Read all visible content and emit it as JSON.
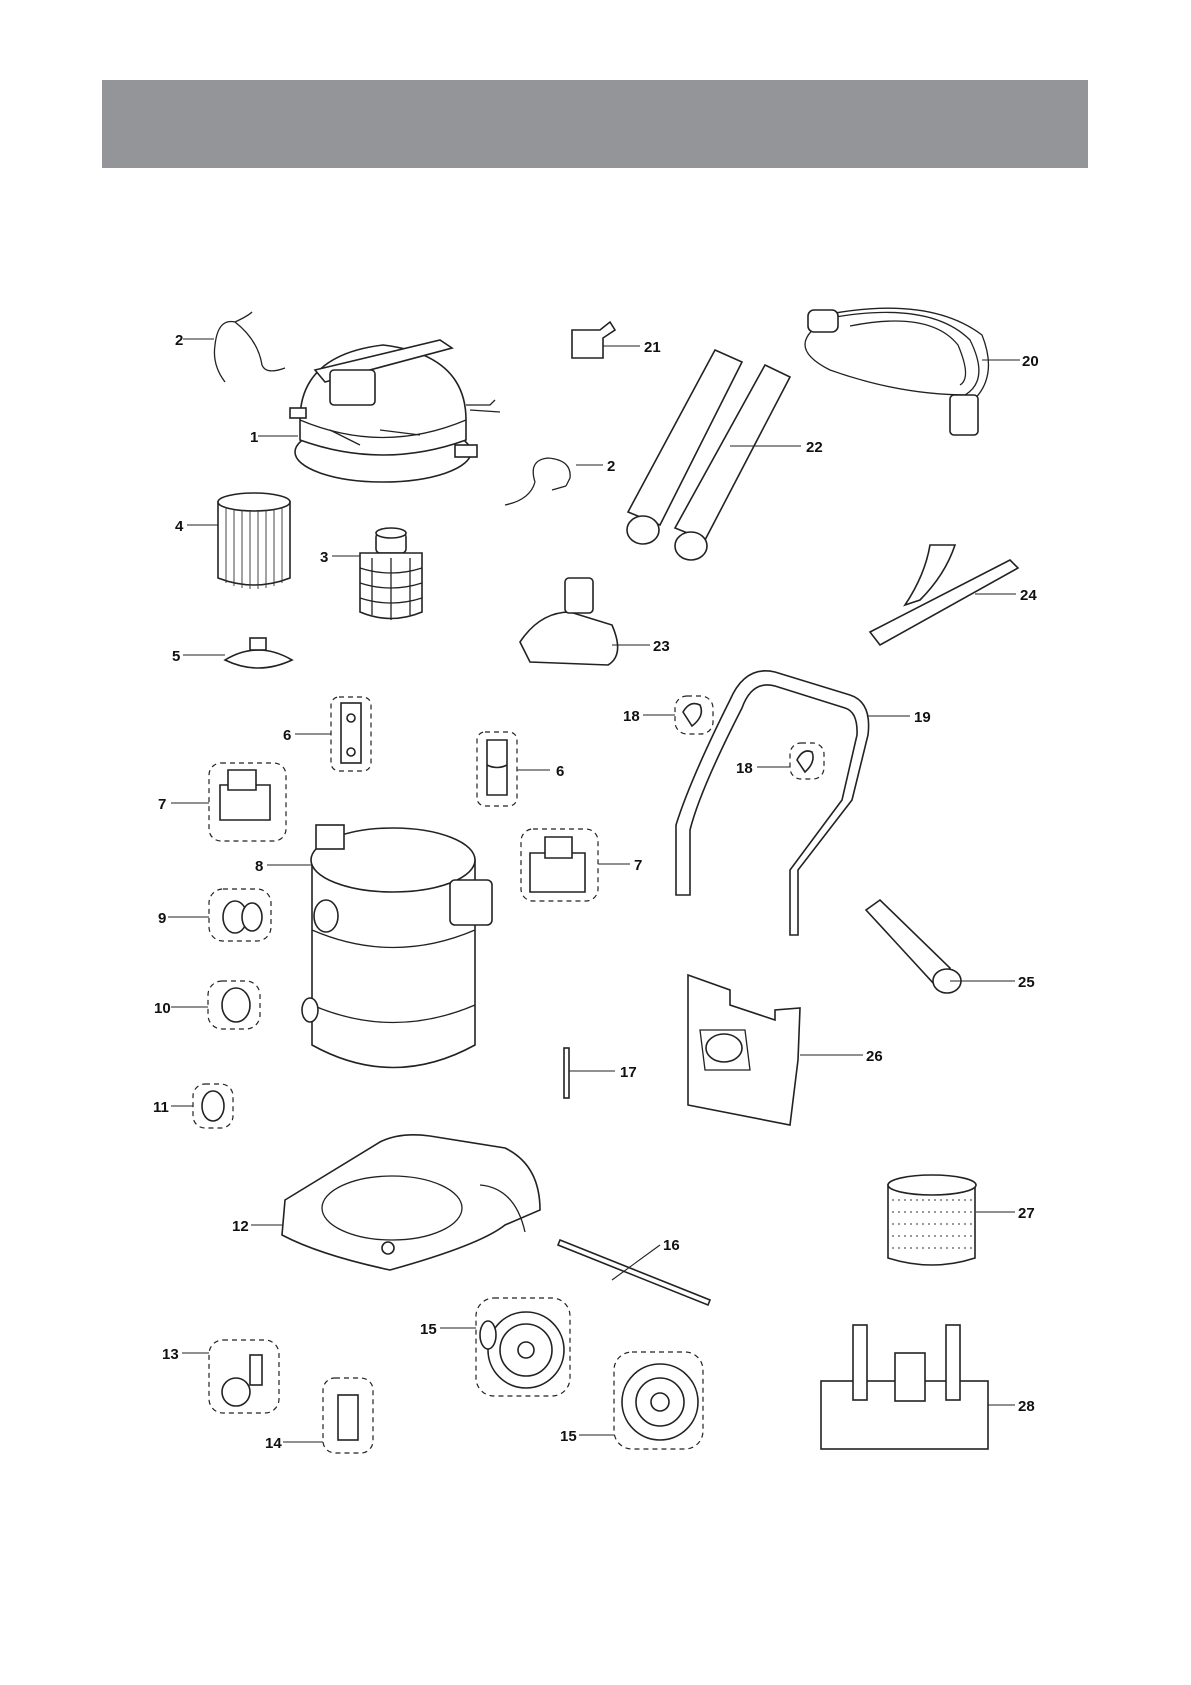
{
  "colors": {
    "header_band": "#939598",
    "line": "#222222",
    "background": "#ffffff"
  },
  "callouts": [
    {
      "id": "c1",
      "text": "1"
    },
    {
      "id": "c2a",
      "text": "2"
    },
    {
      "id": "c2b",
      "text": "2"
    },
    {
      "id": "c3",
      "text": "3"
    },
    {
      "id": "c4",
      "text": "4"
    },
    {
      "id": "c5",
      "text": "5"
    },
    {
      "id": "c6a",
      "text": "6"
    },
    {
      "id": "c6b",
      "text": "6"
    },
    {
      "id": "c7a",
      "text": "7"
    },
    {
      "id": "c7b",
      "text": "7"
    },
    {
      "id": "c8",
      "text": "8"
    },
    {
      "id": "c9",
      "text": "9"
    },
    {
      "id": "c10",
      "text": "10"
    },
    {
      "id": "c11",
      "text": "11"
    },
    {
      "id": "c12",
      "text": "12"
    },
    {
      "id": "c13",
      "text": "13"
    },
    {
      "id": "c14",
      "text": "14"
    },
    {
      "id": "c15a",
      "text": "15"
    },
    {
      "id": "c15b",
      "text": "15"
    },
    {
      "id": "c16",
      "text": "16"
    },
    {
      "id": "c17",
      "text": "17"
    },
    {
      "id": "c18a",
      "text": "18"
    },
    {
      "id": "c18b",
      "text": "18"
    },
    {
      "id": "c19",
      "text": "19"
    },
    {
      "id": "c20",
      "text": "20"
    },
    {
      "id": "c21",
      "text": "21"
    },
    {
      "id": "c22",
      "text": "22"
    },
    {
      "id": "c23",
      "text": "23"
    },
    {
      "id": "c24",
      "text": "24"
    },
    {
      "id": "c25",
      "text": "25"
    },
    {
      "id": "c26",
      "text": "26"
    },
    {
      "id": "c27",
      "text": "27"
    },
    {
      "id": "c28",
      "text": "28"
    }
  ]
}
